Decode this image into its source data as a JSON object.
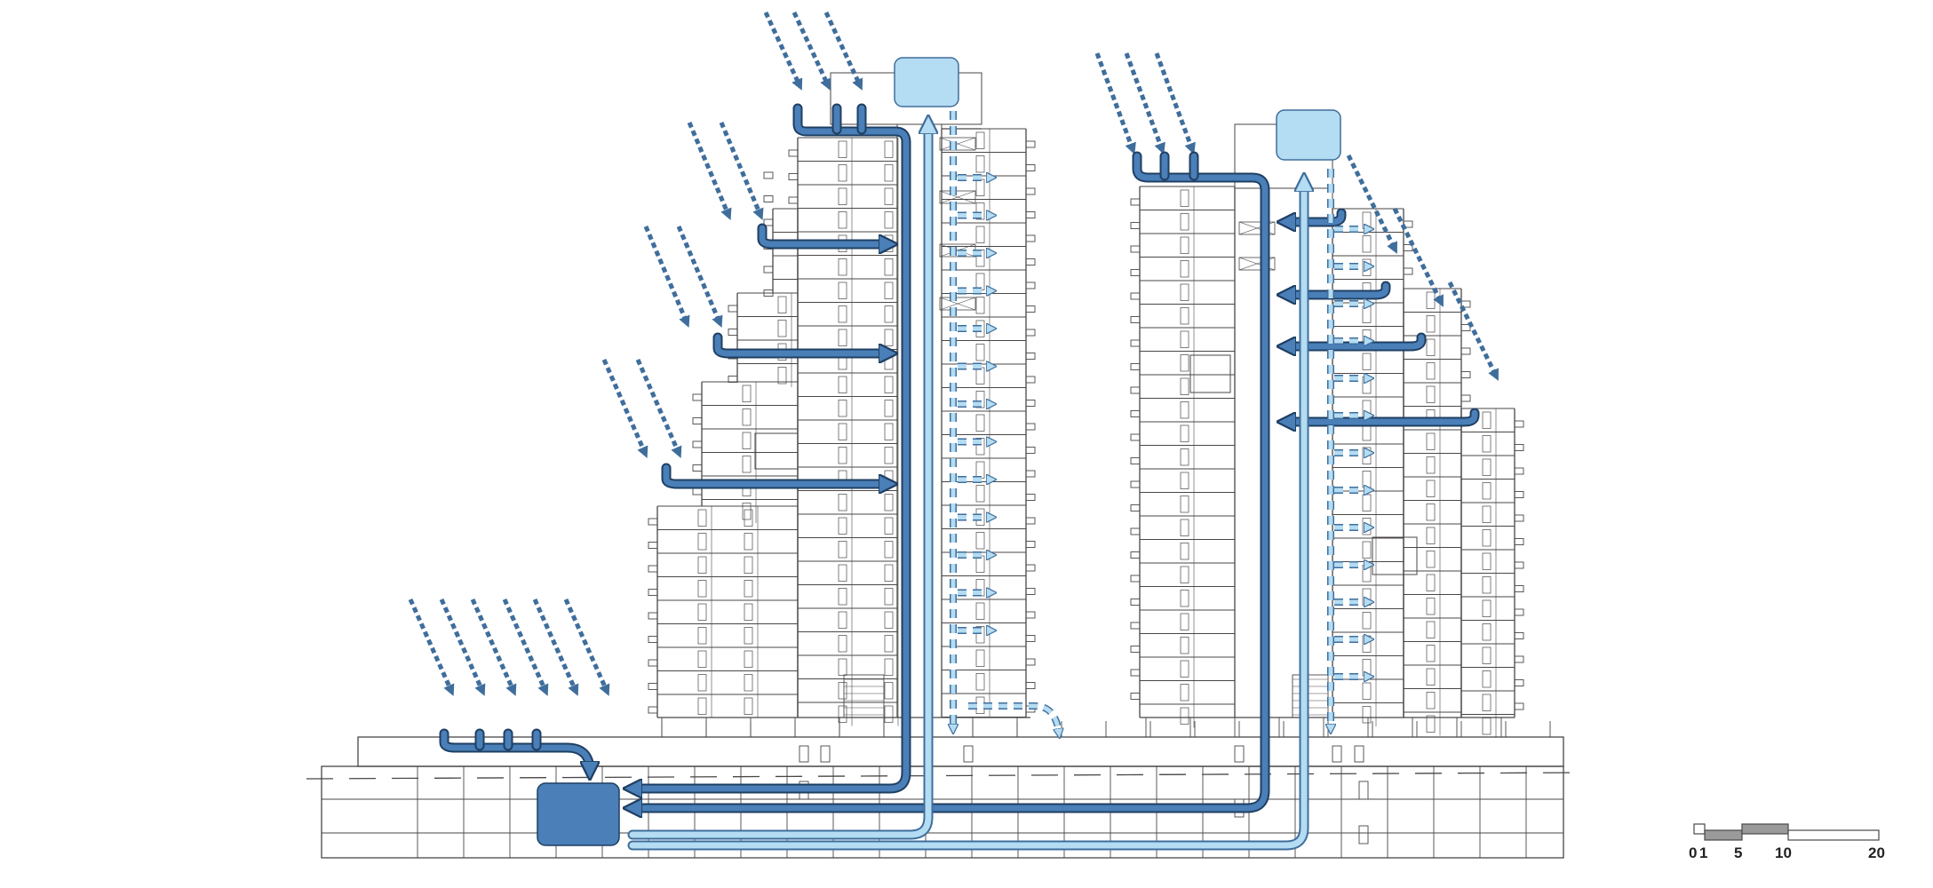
{
  "colors": {
    "background": "#ffffff",
    "building_line": "#4a4646",
    "rain_arrow": "#3f6e9c",
    "rainwater_pipe": "#4a7fb8",
    "rainwater_pipe_outline": "#1f3f62",
    "reuse_pipe": "#b4dcf2",
    "reuse_pipe_outline": "#3f6e9c",
    "storage_tank": "#4a7fb8",
    "roof_tank": "#b4dcf2"
  },
  "elements": {
    "ground_storage_tank": "storage-tank-icon",
    "roof_tanks": "roof-tank-icon",
    "rain_arrows": "rain-arrow-icon"
  },
  "scale_bar": {
    "labels": [
      "0",
      "1",
      "5",
      "10",
      "20"
    ]
  }
}
